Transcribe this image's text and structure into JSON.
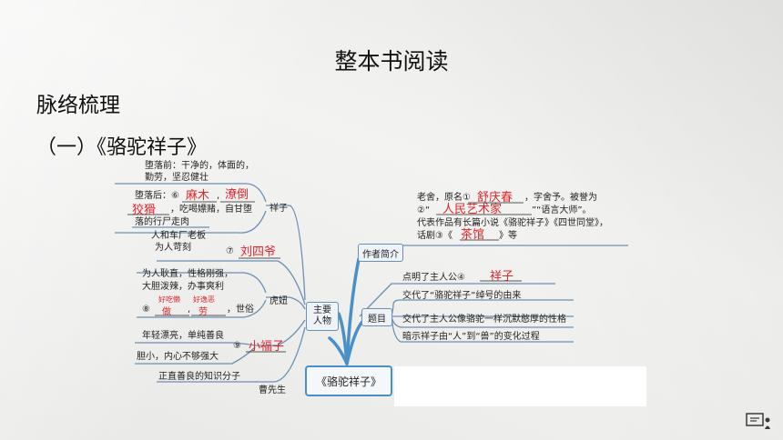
{
  "header": {
    "title": "整本书阅读"
  },
  "section": {
    "heading": "脉络梳理",
    "subheading": "（一）《骆驼祥子》"
  },
  "mindmap": {
    "center": "《骆驼祥子》",
    "main_people": "主要人物",
    "author_intro": "作者简介",
    "topic": "题目",
    "people": {
      "xiangzi": {
        "name": "祥子",
        "before": [
          "堕落前：干净的，体面的，",
          "勤劳，坚忍健壮"
        ],
        "after_prefix": "堕落后：⑥",
        "after_line2": "，吃喝嫖赌，自甘堕",
        "after_line3": "落的行尸走肉",
        "answer_6a": "麻木",
        "answer_6b": "潦倒",
        "answer_6c": "狡猾"
      },
      "liusiye": {
        "lines": [
          "人和车厂老板",
          "为人苛刻"
        ],
        "num": "⑦",
        "answer_7": "刘四爷"
      },
      "huniu": {
        "name": "虎妞",
        "lines": [
          "为人耿直，性格刚强，",
          "大胆泼辣，办事爽利"
        ],
        "num": "⑧",
        "suffix": "，世俗",
        "answer_8a": "好吃懒",
        "answer_8a2": "做",
        "answer_8b": "好逸恶",
        "answer_8b2": "劳"
      },
      "xiaofuzi": {
        "lines": [
          "年轻漂亮，单纯善良",
          "胆小，内心不够强大"
        ],
        "num": "⑨",
        "answer_9": "小福子"
      },
      "caoxiansheng": {
        "name": "曹先生",
        "line": "正直善良的知识分子"
      }
    },
    "author": {
      "line1": "老舍，原名①",
      "line1_suffix": "，字舍予。被誉为",
      "line2_prefix": "②“",
      "line2_suffix": "”“语言大师”。",
      "line3": "代表作品有长篇小说《骆驼祥子》《四世同堂》，",
      "line4_prefix": "话剧③《",
      "line4_suffix": "》等",
      "answer_1": "舒庆春",
      "answer_2": "人民艺术家",
      "answer_3": "茶馆"
    },
    "topic_items": {
      "item1": "点明了主人公④",
      "answer_4": "祥子",
      "item2": "交代了“骆驼祥子”绰号的由来",
      "item3": "交代了主人公像骆驼一样沉默憨厚的性格",
      "item4": "暗示祥子由“人”到“兽”的变化过程"
    }
  },
  "colors": {
    "answer": "#e0262b",
    "branch": "#4a8fc8",
    "line": "#6b8fb5"
  },
  "icons": {
    "corner": "presentation-board-icon"
  }
}
